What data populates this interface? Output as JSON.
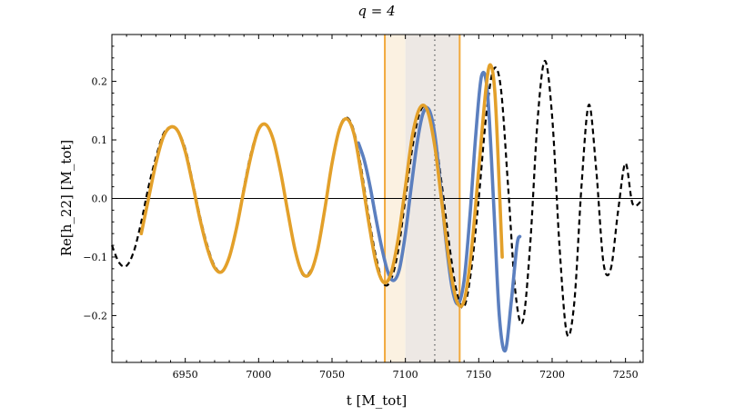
{
  "chart_data": {
    "type": "line",
    "title": "q = 4",
    "xlabel": "t [M_tot]",
    "ylabel": "Re[h_22] [M_tot]",
    "xlim": [
      6900,
      7262
    ],
    "ylim": [
      -0.28,
      0.28
    ],
    "xticks": [
      6950,
      7000,
      7050,
      7100,
      7150,
      7200,
      7250
    ],
    "xtick_labels": [
      "6950",
      "7000",
      "7050",
      "7100",
      "7150",
      "7200",
      "7250"
    ],
    "yticks": [
      -0.2,
      -0.1,
      0.0,
      0.1,
      0.2
    ],
    "ytick_labels": [
      "−0.2",
      "−0.1",
      "0.0",
      "0.1",
      "0.2"
    ],
    "grid": false,
    "vertical_lines": [
      {
        "x": 7086,
        "style": "solid",
        "color": "#F2A93B"
      },
      {
        "x": 7137,
        "style": "solid",
        "color": "#F2A93B"
      },
      {
        "x": 7120,
        "style": "dotted",
        "color": "#888888"
      }
    ],
    "shaded_regions": [
      {
        "x0": 7086,
        "x1": 7100,
        "color": "#FBF1E1"
      },
      {
        "x0": 7100,
        "x1": 7137,
        "color": "#EDE8E4"
      }
    ],
    "series": [
      {
        "style": "dashed",
        "color": "#000000",
        "x": [
          6900,
          6905,
          6910,
          6915,
          6920,
          6925,
          6930,
          6935,
          6940,
          6945,
          6950,
          6955,
          6960,
          6965,
          6970,
          6975,
          6980,
          6985,
          6990,
          6995,
          7000,
          7005,
          7010,
          7015,
          7020,
          7025,
          7030,
          7035,
          7040,
          7045,
          7050,
          7055,
          7060,
          7065,
          7070,
          7075,
          7080,
          7085,
          7090,
          7095,
          7100,
          7105,
          7110,
          7115,
          7120,
          7125,
          7130,
          7135,
          7140,
          7145,
          7150,
          7155,
          7160,
          7165,
          7170,
          7175,
          7180,
          7185,
          7190,
          7195,
          7200,
          7205,
          7210,
          7215,
          7220,
          7225,
          7230,
          7235,
          7240,
          7245,
          7250,
          7255,
          7262
        ],
        "values": [
          -0.08,
          -0.11,
          -0.115,
          -0.09,
          -0.04,
          0.02,
          0.07,
          0.11,
          0.122,
          0.115,
          0.085,
          0.03,
          -0.03,
          -0.08,
          -0.115,
          -0.125,
          -0.1,
          -0.05,
          0.02,
          0.08,
          0.118,
          0.125,
          0.1,
          0.045,
          -0.025,
          -0.09,
          -0.13,
          -0.125,
          -0.09,
          -0.02,
          0.06,
          0.12,
          0.138,
          0.115,
          0.05,
          -0.03,
          -0.1,
          -0.145,
          -0.14,
          -0.09,
          0.0,
          0.09,
          0.148,
          0.155,
          0.11,
          0.02,
          -0.08,
          -0.16,
          -0.185,
          -0.12,
          0.0,
          0.14,
          0.22,
          0.19,
          0.02,
          -0.16,
          -0.21,
          -0.08,
          0.13,
          0.235,
          0.14,
          -0.08,
          -0.23,
          -0.18,
          0.02,
          0.16,
          0.05,
          -0.11,
          -0.12,
          -0.02,
          0.06,
          -0.01,
          0.0
        ]
      },
      {
        "style": "solid",
        "color": "#5B7FBF",
        "x": [
          7068,
          7072,
          7076,
          7080,
          7084,
          7088,
          7092,
          7096,
          7100,
          7104,
          7108,
          7112,
          7116,
          7120,
          7124,
          7128,
          7132,
          7136,
          7140,
          7144,
          7148,
          7152,
          7156,
          7160,
          7164,
          7168,
          7172,
          7176,
          7178
        ],
        "values": [
          0.095,
          0.065,
          0.02,
          -0.035,
          -0.085,
          -0.125,
          -0.14,
          -0.12,
          -0.06,
          0.02,
          0.095,
          0.145,
          0.152,
          0.11,
          0.02,
          -0.08,
          -0.155,
          -0.18,
          -0.14,
          -0.03,
          0.11,
          0.21,
          0.18,
          0.0,
          -0.2,
          -0.26,
          -0.18,
          -0.08,
          -0.065
        ]
      },
      {
        "style": "solid",
        "color": "#E3A02A",
        "x": [
          6920,
          6925,
          6930,
          6935,
          6940,
          6945,
          6950,
          6955,
          6960,
          6965,
          6970,
          6975,
          6980,
          6985,
          6990,
          6995,
          7000,
          7005,
          7010,
          7015,
          7020,
          7025,
          7030,
          7035,
          7040,
          7045,
          7050,
          7055,
          7060,
          7065,
          7070,
          7075,
          7080,
          7085,
          7090,
          7095,
          7100,
          7105,
          7110,
          7115,
          7120,
          7125,
          7130,
          7135,
          7140,
          7145,
          7150,
          7155,
          7158,
          7161,
          7164,
          7166
        ],
        "values": [
          -0.06,
          0.0,
          0.06,
          0.105,
          0.122,
          0.115,
          0.08,
          0.025,
          -0.035,
          -0.085,
          -0.118,
          -0.125,
          -0.1,
          -0.05,
          0.015,
          0.075,
          0.118,
          0.126,
          0.1,
          0.045,
          -0.025,
          -0.09,
          -0.128,
          -0.128,
          -0.09,
          -0.02,
          0.06,
          0.118,
          0.136,
          0.11,
          0.04,
          -0.04,
          -0.11,
          -0.143,
          -0.13,
          -0.07,
          0.02,
          0.11,
          0.155,
          0.15,
          0.09,
          -0.01,
          -0.11,
          -0.175,
          -0.175,
          -0.09,
          0.05,
          0.19,
          0.228,
          0.18,
          0.02,
          -0.1
        ]
      }
    ]
  }
}
